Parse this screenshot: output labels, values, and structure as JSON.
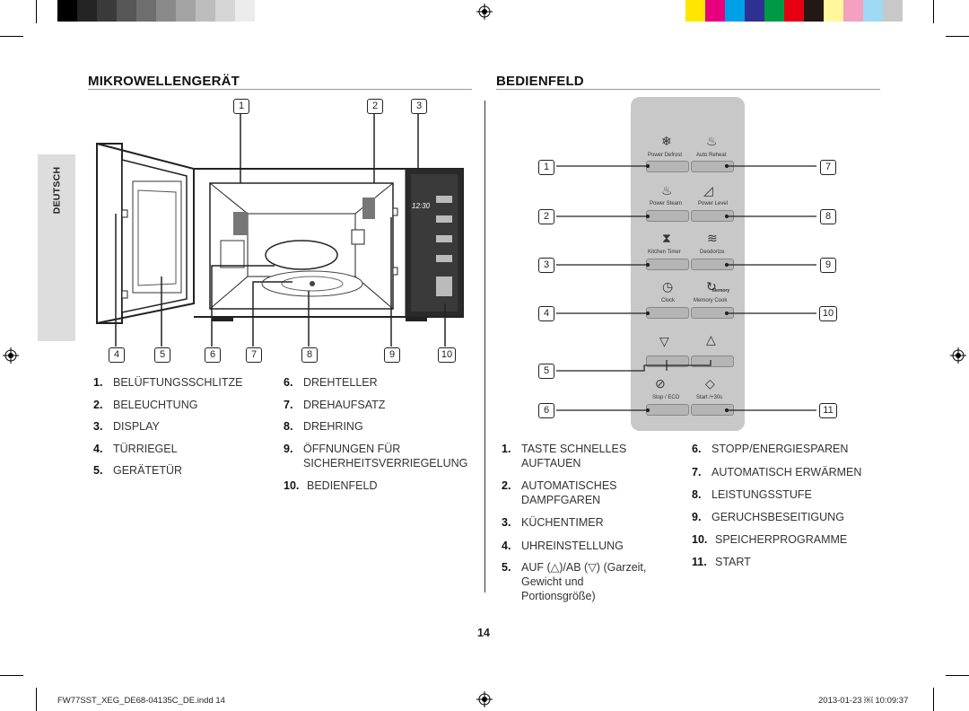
{
  "colors": {
    "gray_bar": [
      "#000000",
      "#242424",
      "#3a3a3a",
      "#575757",
      "#6e6e6e",
      "#8a8a8a",
      "#a4a4a4",
      "#bdbdbd",
      "#d6d6d6",
      "#ececec",
      "#ffffff"
    ],
    "color_bar": [
      "#ffe600",
      "#e6007e",
      "#00a0e9",
      "#2e3192",
      "#009944",
      "#e60012",
      "#231815",
      "#fff799",
      "#f4a0c0",
      "#9fd9f6",
      "#c8c8c8"
    ],
    "panel": "#c8c8c8",
    "tab": "#dddddd"
  },
  "left": {
    "title": "MIKROWELLENGERÄT",
    "language_tab": "DEUTSCH",
    "callouts_top": [
      "1",
      "2",
      "3"
    ],
    "callouts_bottom": [
      "4",
      "5",
      "6",
      "7",
      "8",
      "9",
      "10"
    ],
    "display_time": "12:30",
    "items": [
      {
        "num": "1.",
        "label": "BELÜFTUNGSSCHLITZE"
      },
      {
        "num": "2.",
        "label": "BELEUCHTUNG"
      },
      {
        "num": "3.",
        "label": "DISPLAY"
      },
      {
        "num": "4.",
        "label": "TÜRRIEGEL"
      },
      {
        "num": "5.",
        "label": "GERÄTETÜR"
      },
      {
        "num": "6.",
        "label": "DREHTELLER"
      },
      {
        "num": "7.",
        "label": "DREHAUFSATZ"
      },
      {
        "num": "8.",
        "label": "DREHRING"
      },
      {
        "num": "9.",
        "label": "ÖFFNUNGEN FÜR SICHERHEITSVERRIEGELUNG"
      },
      {
        "num": "10.",
        "label": "BEDIENFELD"
      }
    ]
  },
  "right": {
    "title": "BEDIENFELD",
    "callouts_left": [
      "1",
      "2",
      "3",
      "4",
      "5",
      "6"
    ],
    "callouts_right": [
      "7",
      "8",
      "9",
      "10",
      "11"
    ],
    "panel_labels": [
      "Power Defrost",
      "Auto Reheat",
      "Power Steam",
      "Power Level",
      "Kitchen Timer",
      "Deodorize",
      "Clock",
      "Memory Cook",
      "Stop / ECO",
      "Start /+30s"
    ],
    "memory_icon_text": "Memory",
    "items": [
      {
        "num": "1.",
        "label": "TASTE SCHNELLES AUFTAUEN"
      },
      {
        "num": "2.",
        "label": "AUTOMATISCHES DAMPFGAREN"
      },
      {
        "num": "3.",
        "label": "KÜCHENTIMER"
      },
      {
        "num": "4.",
        "label": "UHREINSTELLUNG"
      },
      {
        "num": "5.",
        "label": "AUF (△)/AB (▽) (Garzeit, Gewicht und Portionsgröße)"
      },
      {
        "num": "6.",
        "label": "STOPP/ENERGIESPAREN"
      },
      {
        "num": "7.",
        "label": "AUTOMATISCH ERWÄRMEN"
      },
      {
        "num": "8.",
        "label": "LEISTUNGSSTUFE"
      },
      {
        "num": "9.",
        "label": "GERUCHSBESEITIGUNG"
      },
      {
        "num": "10.",
        "label": "SPEICHERPROGRAMME"
      },
      {
        "num": "11.",
        "label": "START"
      }
    ]
  },
  "page_number": "14",
  "footer": {
    "file": "FW77SST_XEG_DE68-04135C_DE.indd   14",
    "timestamp": "2013-01-23   ￼ 10:09:37"
  }
}
